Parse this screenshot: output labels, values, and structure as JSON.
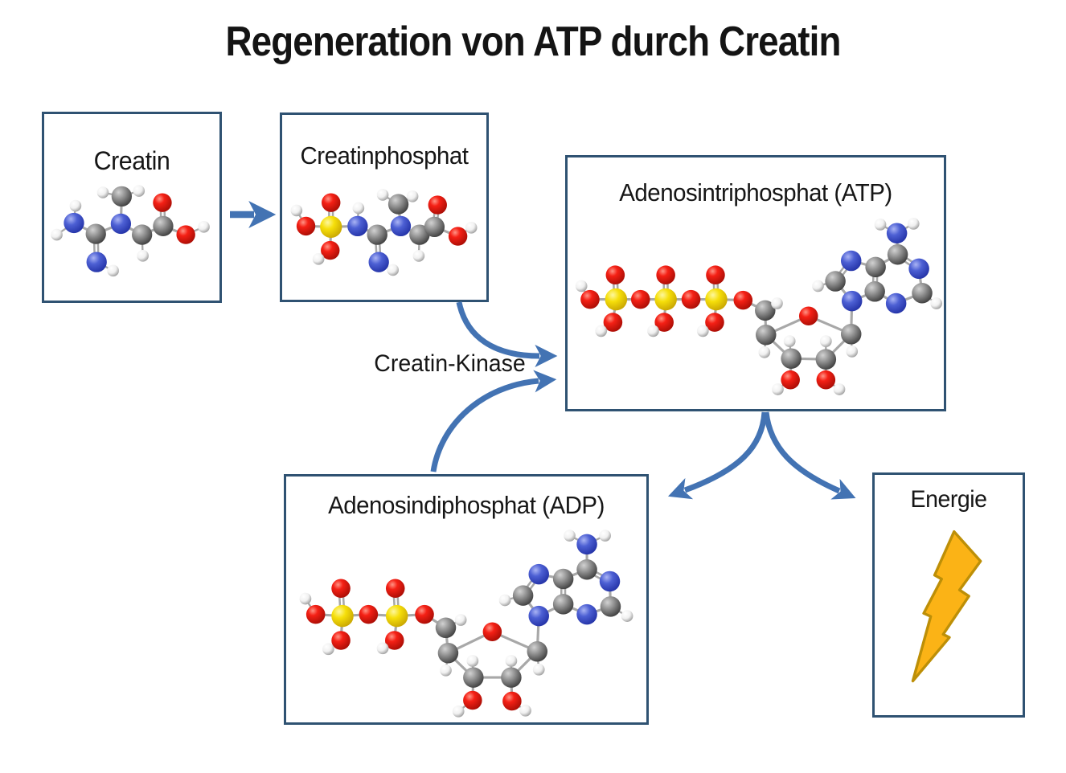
{
  "title": "Regeneration von ATP durch Creatin",
  "nodes": {
    "creatin": {
      "label": "Creatin",
      "illustration": "creatine-molecule-ball-and-stick"
    },
    "creatinphosphat": {
      "label": "Creatinphosphat",
      "illustration": "creatine-phosphate-molecule-ball-and-stick"
    },
    "atp": {
      "label": "Adenosintriphosphat (ATP)",
      "illustration": "atp-molecule-ball-and-stick"
    },
    "adp": {
      "label": "Adenosindiphosphat (ADP)",
      "illustration": "adp-molecule-ball-and-stick"
    },
    "energie": {
      "label": "Energie",
      "illustration": "lightning-bolt-icon"
    }
  },
  "labels": {
    "enzyme": "Creatin-Kinase"
  },
  "edges": [
    {
      "from": "creatin",
      "to": "creatinphosphat",
      "shape": "straight-arrow"
    },
    {
      "from": "creatinphosphat",
      "to": "atp",
      "shape": "curved-arrow",
      "label": "Creatin-Kinase"
    },
    {
      "from": "adp",
      "to": "atp",
      "shape": "curved-arrow",
      "label": "Creatin-Kinase"
    },
    {
      "from": "atp",
      "to": "adp",
      "shape": "curved-arrow"
    },
    {
      "from": "atp",
      "to": "energie",
      "shape": "curved-arrow"
    }
  ],
  "colors": {
    "background": "#ffffff",
    "box_border": "#2f5272",
    "arrow": "#4373b3",
    "lightning_fill": "#fbb316",
    "lightning_stroke": "#bd8f07",
    "atom_carbon": "#6e6e6e",
    "atom_nitrogen": "#4355c0",
    "atom_oxygen": "#ee1c12",
    "atom_phosphorus": "#f2d900",
    "atom_hydrogen": "#f0f0f0",
    "bond": "#a8a8a8"
  }
}
